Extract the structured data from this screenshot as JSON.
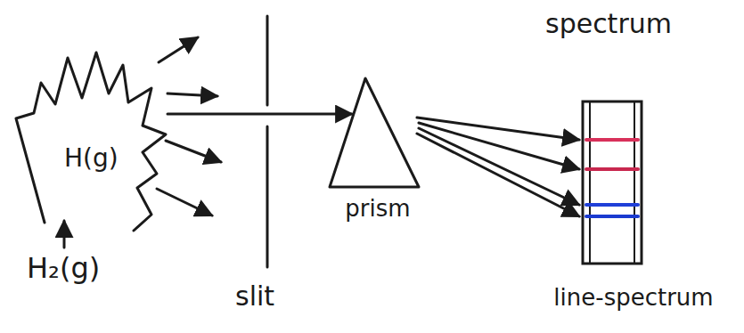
{
  "diagram": {
    "nodes": [
      {
        "text": [
          "H(g)"
        ]
      },
      {
        "text": [
          "prism"
        ]
      },
      {
        "text": [
          "line-spectrum"
        ]
      }
    ],
    "edges": [
      {
        "from": 0,
        "to": 1,
        "arrow": "to"
      },
      {
        "from": 1,
        "to": 2,
        "arrow": "to"
      },
      {
        "from": 1,
        "to": 2,
        "arrow": "to"
      },
      {
        "from": 1,
        "to": 2,
        "arrow": "to"
      },
      {
        "from": 1,
        "to": 2,
        "arrow": "to"
      }
    ],
    "labels": [
      "spectrum",
      "H₂(g)",
      "slit"
    ]
  }
}
